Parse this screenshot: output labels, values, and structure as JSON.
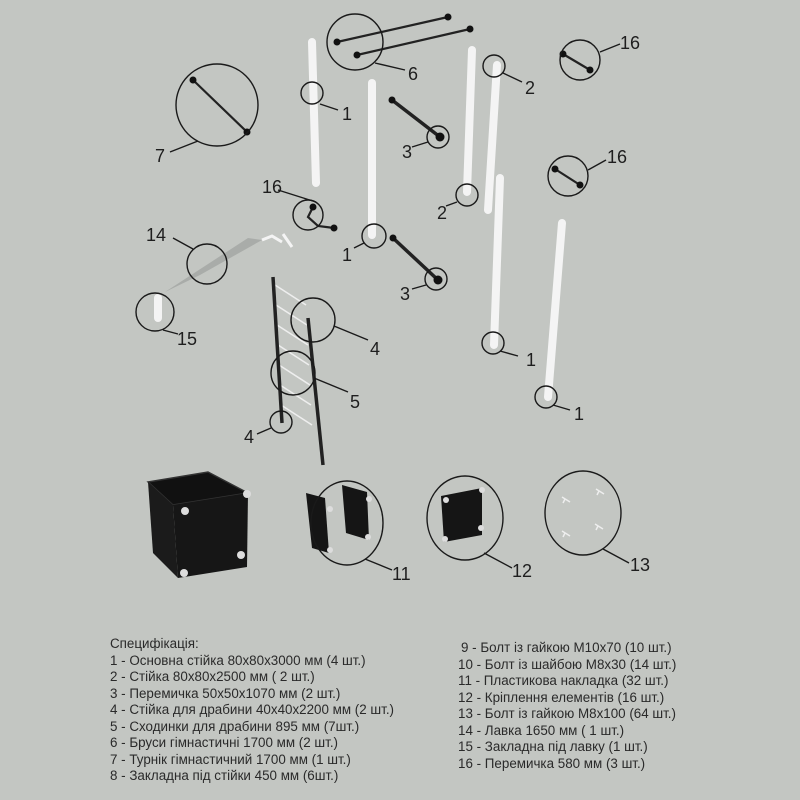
{
  "diagram": {
    "callouts": {
      "post_main": "1",
      "post": "2",
      "crossbar": "3",
      "ladder_post": "4",
      "ladder_steps": "5",
      "parallel_bars": "6",
      "pullup_bar": "7",
      "plastic_cap": "11",
      "element_mount": "12",
      "bolt_m8x100": "13",
      "bench": "14",
      "bench_embed": "15",
      "jumper_580": "16"
    }
  },
  "specification": {
    "title": "Специфікація:",
    "items": [
      "1 - Основна стійка 80x80x3000 мм (4 шт.)",
      "2 - Стійка 80x80x2500 мм ( 2 шт.)",
      "3 - Перемичка 50x50x1070 мм (2 шт.)",
      "4 - Стійка для драбини 40x40x2200 мм (2 шт.)",
      "5 - Сходинки для драбини 895 мм (7шт.)",
      "6 - Бруси гімнастичні 1700 мм (2 шт.)",
      "7 - Турнік гімнастичний 1700 мм (1 шт.)",
      "8 - Закладна під стійки 450 мм (6шт.)",
      "9 - Болт із гайкою M10x70 (10 шт.)",
      "10 - Болт із шайбою M8x30 (14 шт.)",
      "11 - Пластикова накладка (32 шт.)",
      "12 - Кріплення елементів (16 шт.)",
      "13 - Болт із гайкою M8x100 (64 шт.)",
      "14 - Лавка 1650 мм ( 1 шт.)",
      "15 - Закладна під лавку (1 шт.)",
      "16 - Перемичка 580 мм (3 шт.)"
    ]
  }
}
